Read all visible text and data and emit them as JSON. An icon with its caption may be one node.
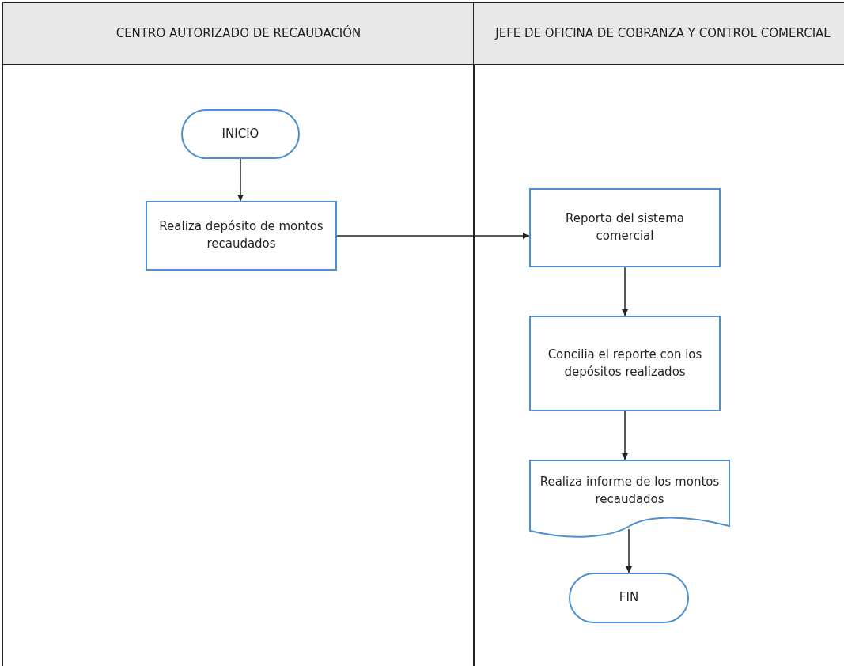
{
  "diagram": {
    "nodes": [
      {
        "text": [
          "CENTRO AUTORIZADO DE RECAUDACIÓN"
        ]
      },
      {
        "text": [
          "JEFE DE OFICINA DE COBRANZA Y CONTROL COMERCIAL"
        ]
      },
      {
        "text": [
          "INICIO"
        ],
        "in": 0
      },
      {
        "text": [
          "Realiza depósito de montos recaudados"
        ],
        "in": 0
      },
      {
        "text": [
          "Reporta del sistema comercial"
        ],
        "in": 1
      },
      {
        "text": [
          "Concilia el reporte con los depósitos realizados"
        ],
        "in": 1
      },
      {
        "text": [
          "Realiza informe de los montos recaudados"
        ],
        "in": 1
      },
      {
        "text": [
          "FIN"
        ],
        "in": 1
      }
    ],
    "edges": [
      {
        "from": 2,
        "to": 3,
        "arrow": "to"
      },
      {
        "from": 3,
        "to": 4,
        "arrow": "to"
      },
      {
        "from": 4,
        "to": 5,
        "arrow": "to"
      },
      {
        "from": 5,
        "to": 6,
        "arrow": "to"
      },
      {
        "from": 6,
        "to": 7,
        "arrow": "to"
      }
    ]
  }
}
